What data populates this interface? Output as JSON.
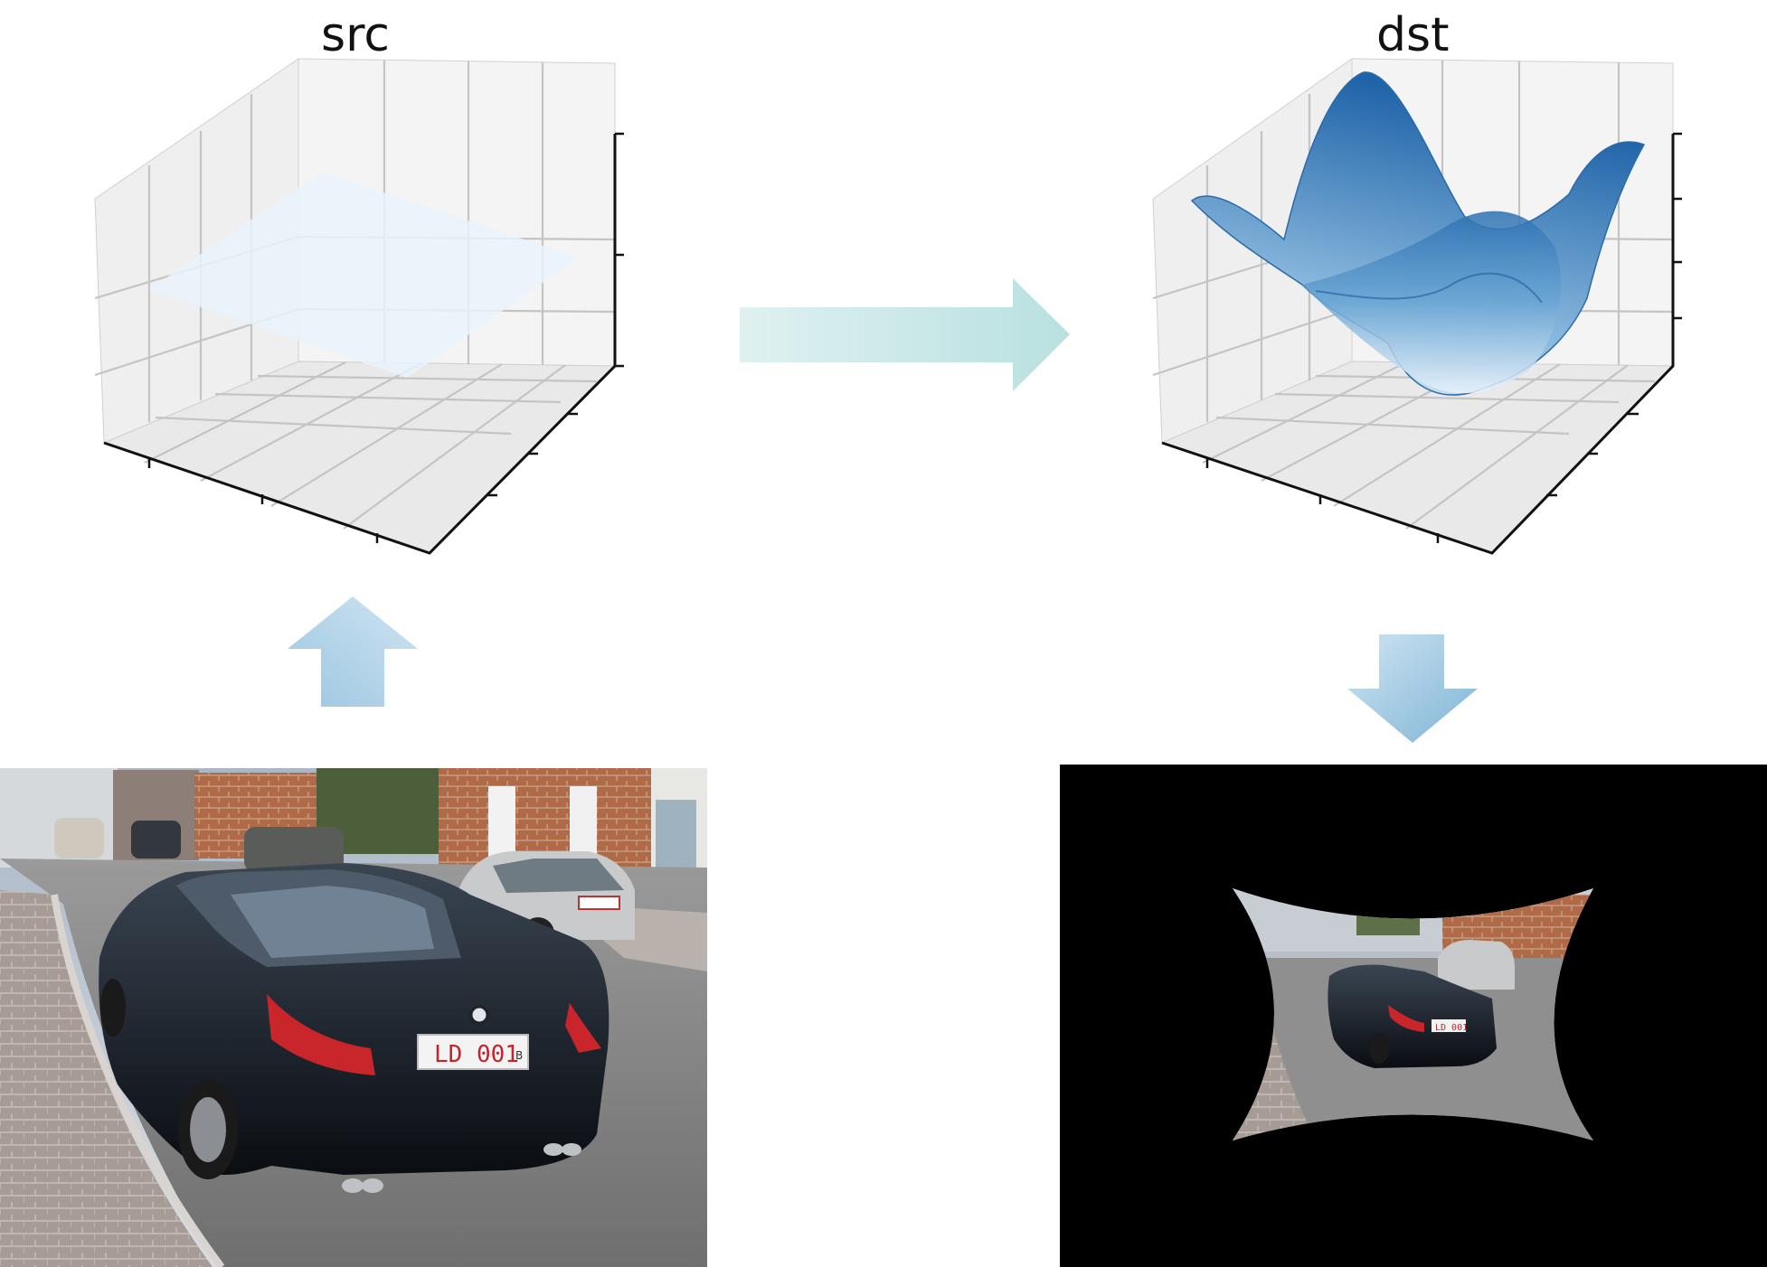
{
  "src_panel": {
    "title": "src"
  },
  "dst_panel": {
    "title": "dst"
  },
  "photo": {
    "plate_text": "LD 001",
    "plate_country": "B"
  },
  "warped_photo": {
    "plate_text": "LD 001"
  },
  "colors": {
    "arrow_cyan": "#bde3e3",
    "arrow_blue_top": "#cfe4f2",
    "arrow_blue_bottom": "#7eb5d6",
    "surface_light": "#eef5fb",
    "surface_dark": "#1f63a8",
    "axis_pane": "#f1f1f1",
    "grid": "#c8c8c8",
    "background_black": "#000000"
  }
}
